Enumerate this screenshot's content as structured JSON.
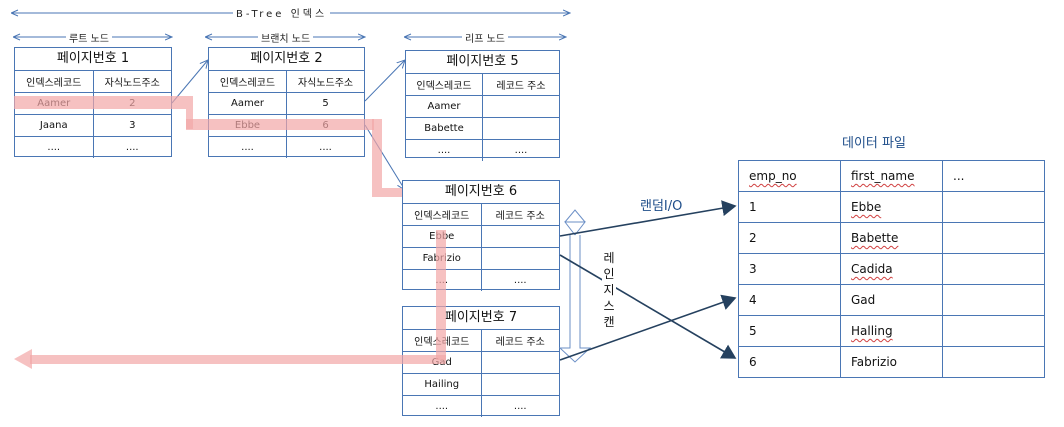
{
  "headers": {
    "btree": "B-Tree 인덱스",
    "root": "루트 노드",
    "branch": "브랜치 노드",
    "leaf": "리프 노드"
  },
  "nodes": {
    "root": {
      "title": "페이지번호 1",
      "columns": [
        "인덱스레코드",
        "자식노드주소"
      ],
      "rows": [
        [
          "Aamer",
          "2"
        ],
        [
          "Jaana",
          "3"
        ],
        [
          "....",
          "...."
        ]
      ]
    },
    "branch": {
      "title": "페이지번호 2",
      "columns": [
        "인덱스레코드",
        "자식노드주소"
      ],
      "rows": [
        [
          "Aamer",
          "5"
        ],
        [
          "Ebbe",
          "6"
        ],
        [
          "....",
          "...."
        ]
      ]
    },
    "leaf5": {
      "title": "페이지번호 5",
      "columns": [
        "인덱스레코드",
        "레코드 주소"
      ],
      "rows": [
        [
          "Aamer",
          ""
        ],
        [
          "Babette",
          ""
        ],
        [
          "....",
          "...."
        ]
      ]
    },
    "leaf6": {
      "title": "페이지번호 6",
      "columns": [
        "인덱스레코드",
        "레코드 주소"
      ],
      "rows": [
        [
          "Ebbe",
          ""
        ],
        [
          "Fabrizio",
          ""
        ],
        [
          "....",
          "...."
        ]
      ]
    },
    "leaf7": {
      "title": "페이지번호 7",
      "columns": [
        "인덱스레코드",
        "레코드 주소"
      ],
      "rows": [
        [
          "Gad",
          ""
        ],
        [
          "Hailing",
          ""
        ],
        [
          "....",
          "...."
        ]
      ]
    }
  },
  "labels": {
    "random_io": "랜덤I/O",
    "range_scan": "레인지스캔"
  },
  "data_file": {
    "title": "데이터 파일",
    "columns": [
      "emp_no",
      "first_name",
      "..."
    ],
    "rows": [
      [
        "1",
        "Ebbe",
        ""
      ],
      [
        "2",
        "Babette",
        ""
      ],
      [
        "3",
        "Cadida",
        ""
      ],
      [
        "4",
        "Gad",
        ""
      ],
      [
        "5",
        "Halling",
        ""
      ],
      [
        "6",
        "Fabrizio",
        ""
      ]
    ]
  },
  "colors": {
    "border": "#4a76b4",
    "path": "#f2b3b3",
    "arrow": "#25415f"
  }
}
